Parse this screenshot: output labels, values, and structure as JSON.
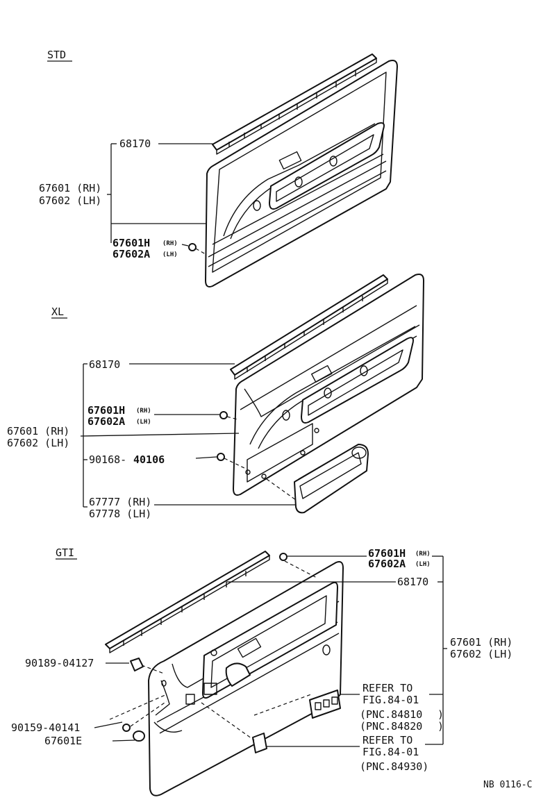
{
  "sections": {
    "std": {
      "title": "STD",
      "labels": {
        "weatherstrip": "68170",
        "board_rh": "67601 (RH)",
        "board_lh": "67602 (LH)",
        "clip_rh": "67601H",
        "clip_rh_side": "(RH)",
        "clip_lh": "67602A",
        "clip_lh_side": "(LH)"
      }
    },
    "xl": {
      "title": "XL",
      "labels": {
        "weatherstrip": "68170",
        "clip_rh": "67601H",
        "clip_rh_side": "(RH)",
        "clip_lh": "67602A",
        "clip_lh_side": "(LH)",
        "board_rh": "67601 (RH)",
        "board_lh": "67602 (LH)",
        "screw_a": "90168-",
        "screw_b": "40106",
        "pocket_rh": "67777 (RH)",
        "pocket_lh": "67778 (LH)"
      }
    },
    "gti": {
      "title": "GTI",
      "labels": {
        "clip_rh": "67601H",
        "clip_rh_side": "(RH)",
        "clip_lh": "67602A",
        "clip_lh_side": "(LH)",
        "weatherstrip": "68170",
        "board_rh": "67601 (RH)",
        "board_lh": "67602 (LH)",
        "nut": "90189-04127",
        "screw": "90159-40141",
        "cap": "67601E",
        "refer1_a": "REFER TO",
        "refer1_b": "FIG.84-01",
        "refer1_c": "(PNC.84810",
        "refer1_d": "(PNC.84820",
        "refer2_a": "REFER TO",
        "refer2_b": "FIG.84-01",
        "refer2_c": "(PNC.84930)"
      }
    }
  },
  "footer": {
    "code": "NB 0116-C"
  }
}
